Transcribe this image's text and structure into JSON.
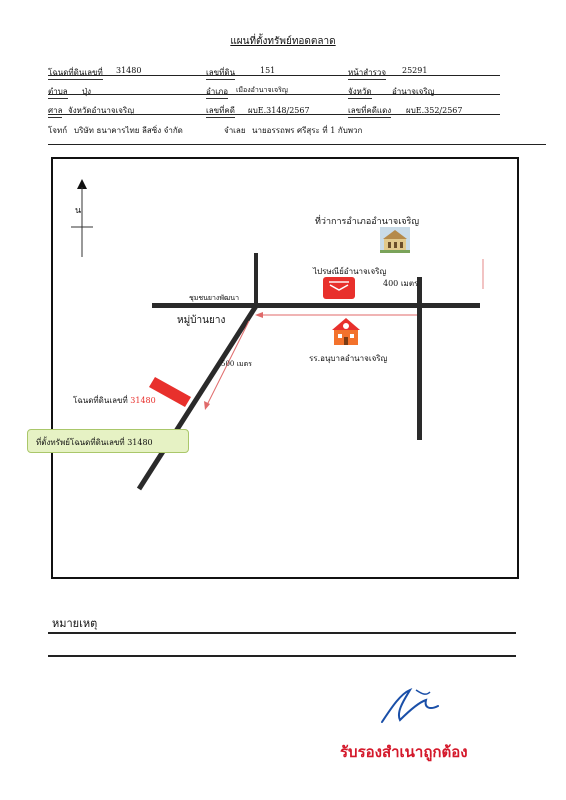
{
  "title": "แผนที่ตั้งทรัพย์ทอดตลาด",
  "header": {
    "row1": {
      "deed_label": "โฉนดที่ดินเลขที่",
      "deed_no": "31480",
      "land_no_label": "เลขที่ดิน",
      "land_no": "151",
      "survey_label": "หน้าสำรวจ",
      "survey_no": "25291"
    },
    "row2": {
      "tambon_label": "ตำบล",
      "tambon": "ปุ่ง",
      "amphoe_label": "อำเภอ",
      "amphoe": "เมืองอำนาจเจริญ",
      "province_label": "จังหวัด",
      "province": "อำนาจเจริญ"
    },
    "row3": {
      "court_label": "ศาล",
      "court": "จังหวัดอำนาจเจริญ",
      "case_label": "เลขที่คดี",
      "case_no": "ผบE.3148/2567",
      "red_case_label": "เลขที่คดีแดง",
      "red_case_no": "ผบE.352/2567"
    },
    "row4": {
      "plaintiff_label": "โจทก์",
      "plaintiff": "บริษัท ธนาคารไทย ลีสซิ่ง จำกัด",
      "defendant_label": "จำเลย",
      "defendant": "นายอรรถพร ศรีสุระ ที่ 1 กับพวก"
    }
  },
  "map": {
    "north_label": "น",
    "district_office": "ที่ว่าการอำเภออำนาจเจริญ",
    "post_office": "ไปรษณีย์อำนาจเจริญ",
    "distance_400": "400 เมตร",
    "junction": "ชุมชนยางพัฒนา",
    "village": "หมู่บ้านยาง",
    "school": "รร.อนุบาลอำนาจเจริญ",
    "distance_500": "500 เมตร",
    "parcel_label": "โฉนดที่ดินเลขที่",
    "parcel_no": "31480",
    "callout_text": "ที่ตั้งทรัพย์โฉนดที่ดินเลขที่",
    "callout_no": "31480",
    "colors": {
      "parcel": "#e8302c",
      "arrow": "#e06a6a",
      "callout_bg": "#e6f2c4",
      "callout_border": "#aac76a"
    }
  },
  "notes": {
    "label": "หมายเหตุ"
  },
  "certification": {
    "text": "รับรองสำเนาถูกต้อง",
    "color": "#d4182a"
  }
}
